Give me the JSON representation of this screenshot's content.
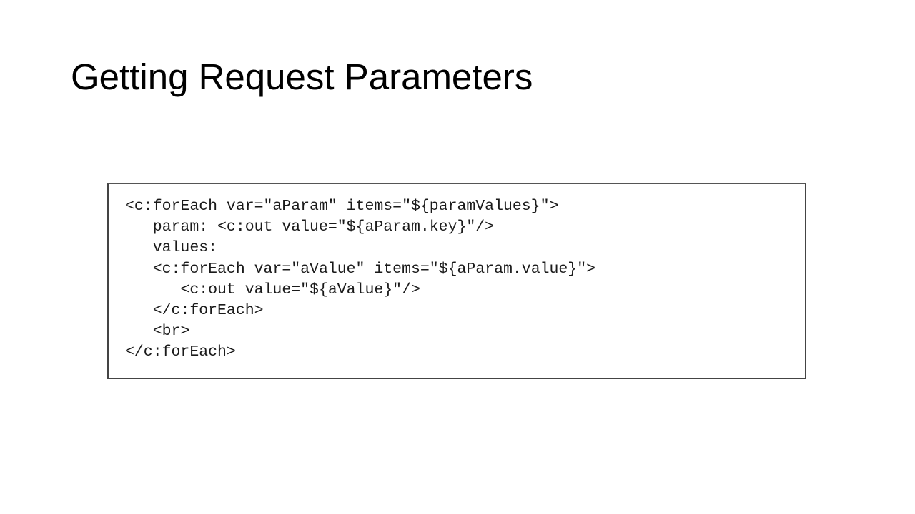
{
  "slide": {
    "title": "Getting Request Parameters"
  },
  "code": {
    "lines": [
      "<c:forEach var=\"aParam\" items=\"${paramValues}\">",
      "   param: <c:out value=\"${aParam.key}\"/>",
      "   values:",
      "   <c:forEach var=\"aValue\" items=\"${aParam.value}\">",
      "      <c:out value=\"${aValue}\"/>",
      "   </c:forEach>",
      "   <br>",
      "</c:forEach>"
    ]
  }
}
